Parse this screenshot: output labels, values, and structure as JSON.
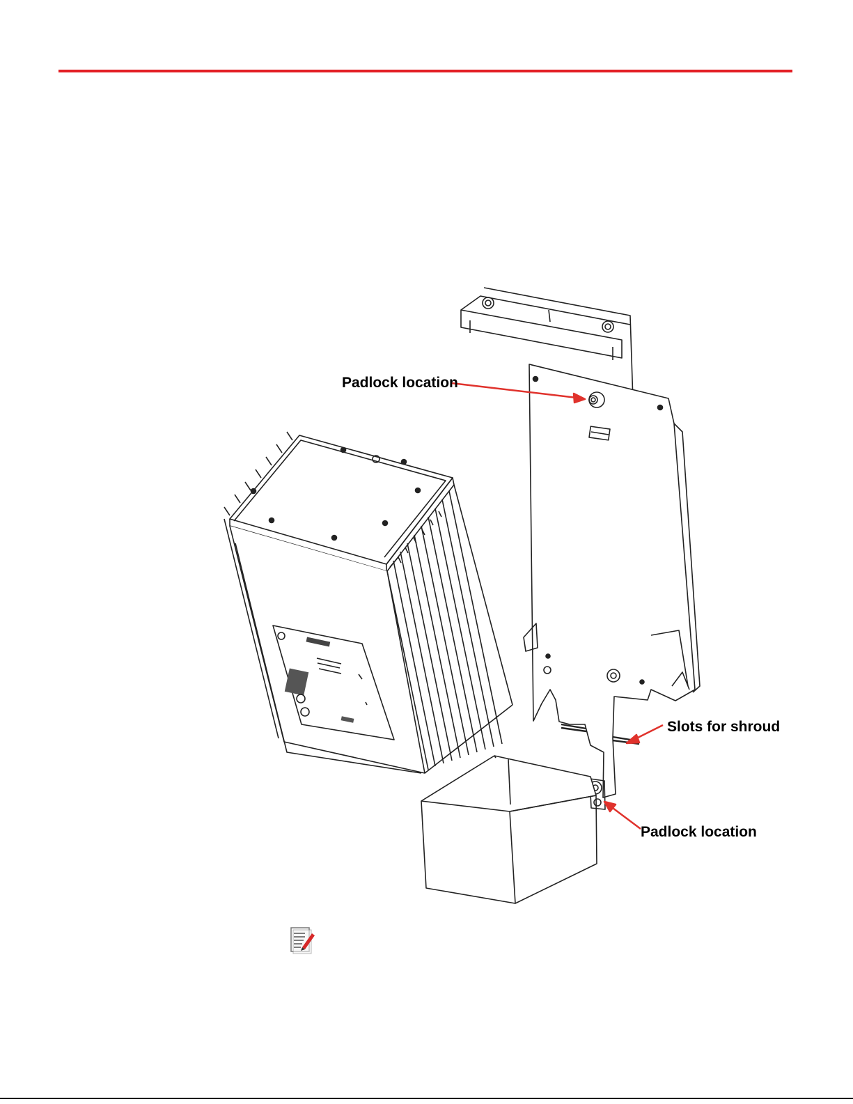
{
  "colors": {
    "accent": "#e31e24",
    "line": "#222222",
    "arrow": "#e0322c"
  },
  "callouts": [
    {
      "text": "Padlock location"
    },
    {
      "text": "Slots for shroud"
    },
    {
      "text": "Padlock location"
    }
  ],
  "icons": {
    "note": "note-pencil-icon"
  }
}
